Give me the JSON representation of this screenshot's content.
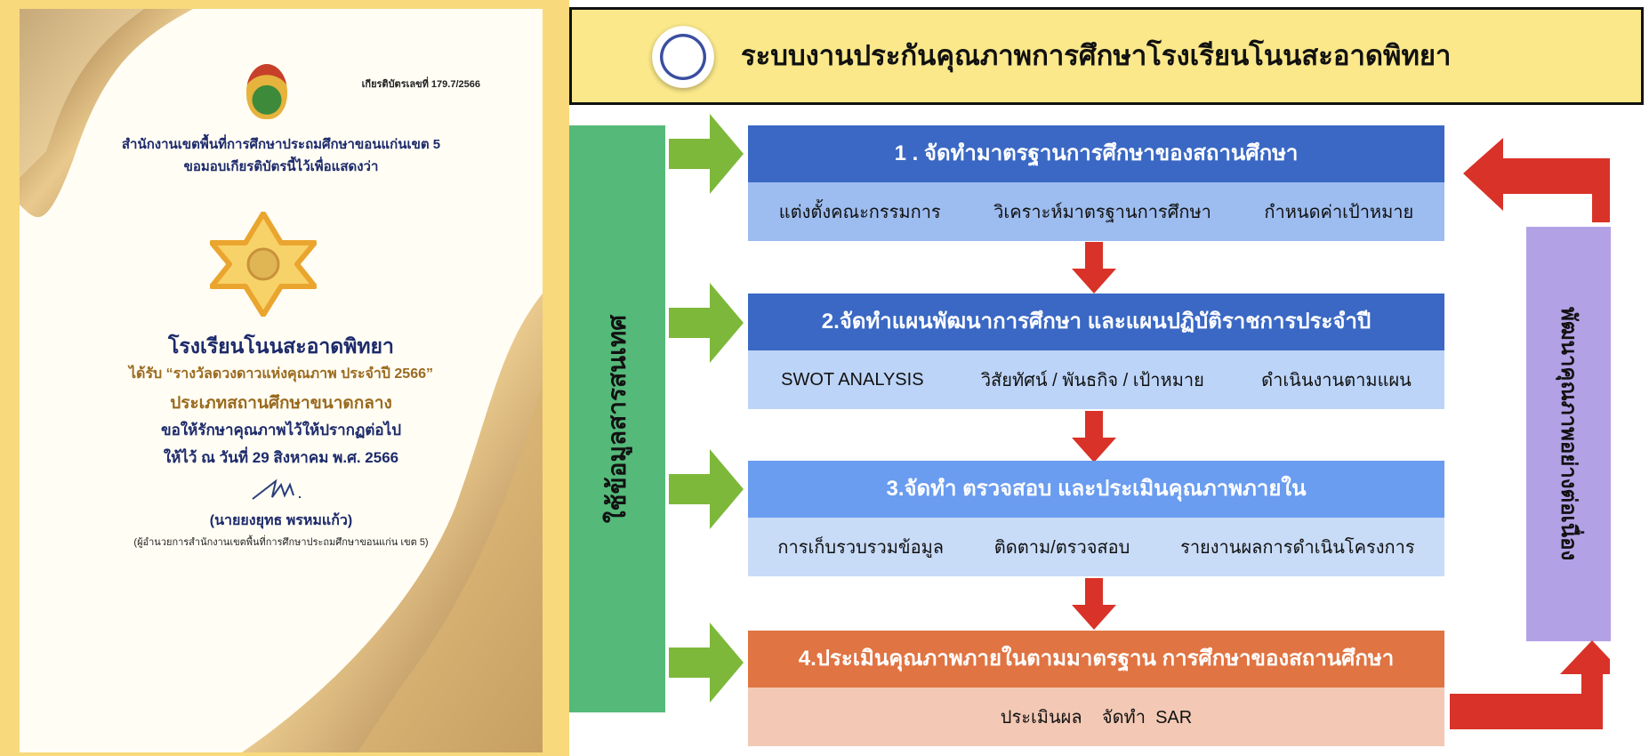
{
  "certificate": {
    "number": "เกียรติบัตรเลขที่ 179.7/2566",
    "issuer": "สำนักงานเขตพื้นที่การศึกษาประถมศึกษาขอนแก่นเขต 5",
    "intro": "ขอมอบเกียรติบัตรนี้ไว้เพื่อแสดงว่า",
    "recipient": "โรงเรียนโนนสะอาดพิทยา",
    "award": "ได้รับ “รางวัลดวงดาวแห่งคุณภาพ ประจำปี 2566”",
    "category": "ประเภทสถานศึกษาขนาดกลาง",
    "wish": "ขอให้รักษาคุณภาพไว้ให้ปรากฏต่อไป",
    "date": "ให้ไว้  ณ  วันที่ 29 สิงหาคม พ.ศ. 2566",
    "signer": "(นายยงยุทธ  พรหมแก้ว)",
    "signer_title": "(ผู้อำนวยการสำนักงานเขตพื้นที่การศึกษาประถมศึกษาขอนแก่น เขต 5)"
  },
  "diagram": {
    "title": "ระบบงานประกันคุณภาพการศึกษาโรงเรียนโนนสะอาดพิทยา",
    "left_bar": "ใช้ข้อมูลสารสนเทศ",
    "right_bar": "พัฒนาคุณภาพอย่างต่อเนื่อง",
    "steps": [
      {
        "title": "1 . จัดทำมาตรฐานการศึกษาของสถานศึกษา",
        "items": [
          "แต่งตั้งคณะกรรมการ",
          "วิเคราะห์มาตรฐานการศึกษา",
          "กำหนดค่าเป้าหมาย"
        ],
        "head_color": "#3a68c4",
        "sub_color": "#9dbcef"
      },
      {
        "title": "2.จัดทำแผนพัฒนาการศึกษา  และแผนปฏิบัติราชการประจำปี",
        "items": [
          "SWOT ANALYSIS",
          "วิสัยทัศน์ / พันธกิจ / เป้าหมาย",
          "ดำเนินงานตามแผน"
        ],
        "head_color": "#3a68c4",
        "sub_color": "#bcd4f7"
      },
      {
        "title": "3.จัดทำ  ตรวจสอบ  และประเมินคุณภาพภายใน",
        "items": [
          "การเก็บรวบรวมข้อมูล",
          "ติดตาม/ตรวจสอบ",
          "รายงานผลการดำเนินโครงการ"
        ],
        "head_color": "#6a9cf0",
        "sub_color": "#c8dbf7"
      },
      {
        "title": "4.ประเมินคุณภาพภายในตามมาตรฐาน  การศึกษาของสถานศึกษา",
        "items": [
          "ประเมินผล    จัดทำ  SAR"
        ],
        "head_color": "#e07442",
        "sub_color": "#f3c9b5"
      }
    ]
  }
}
